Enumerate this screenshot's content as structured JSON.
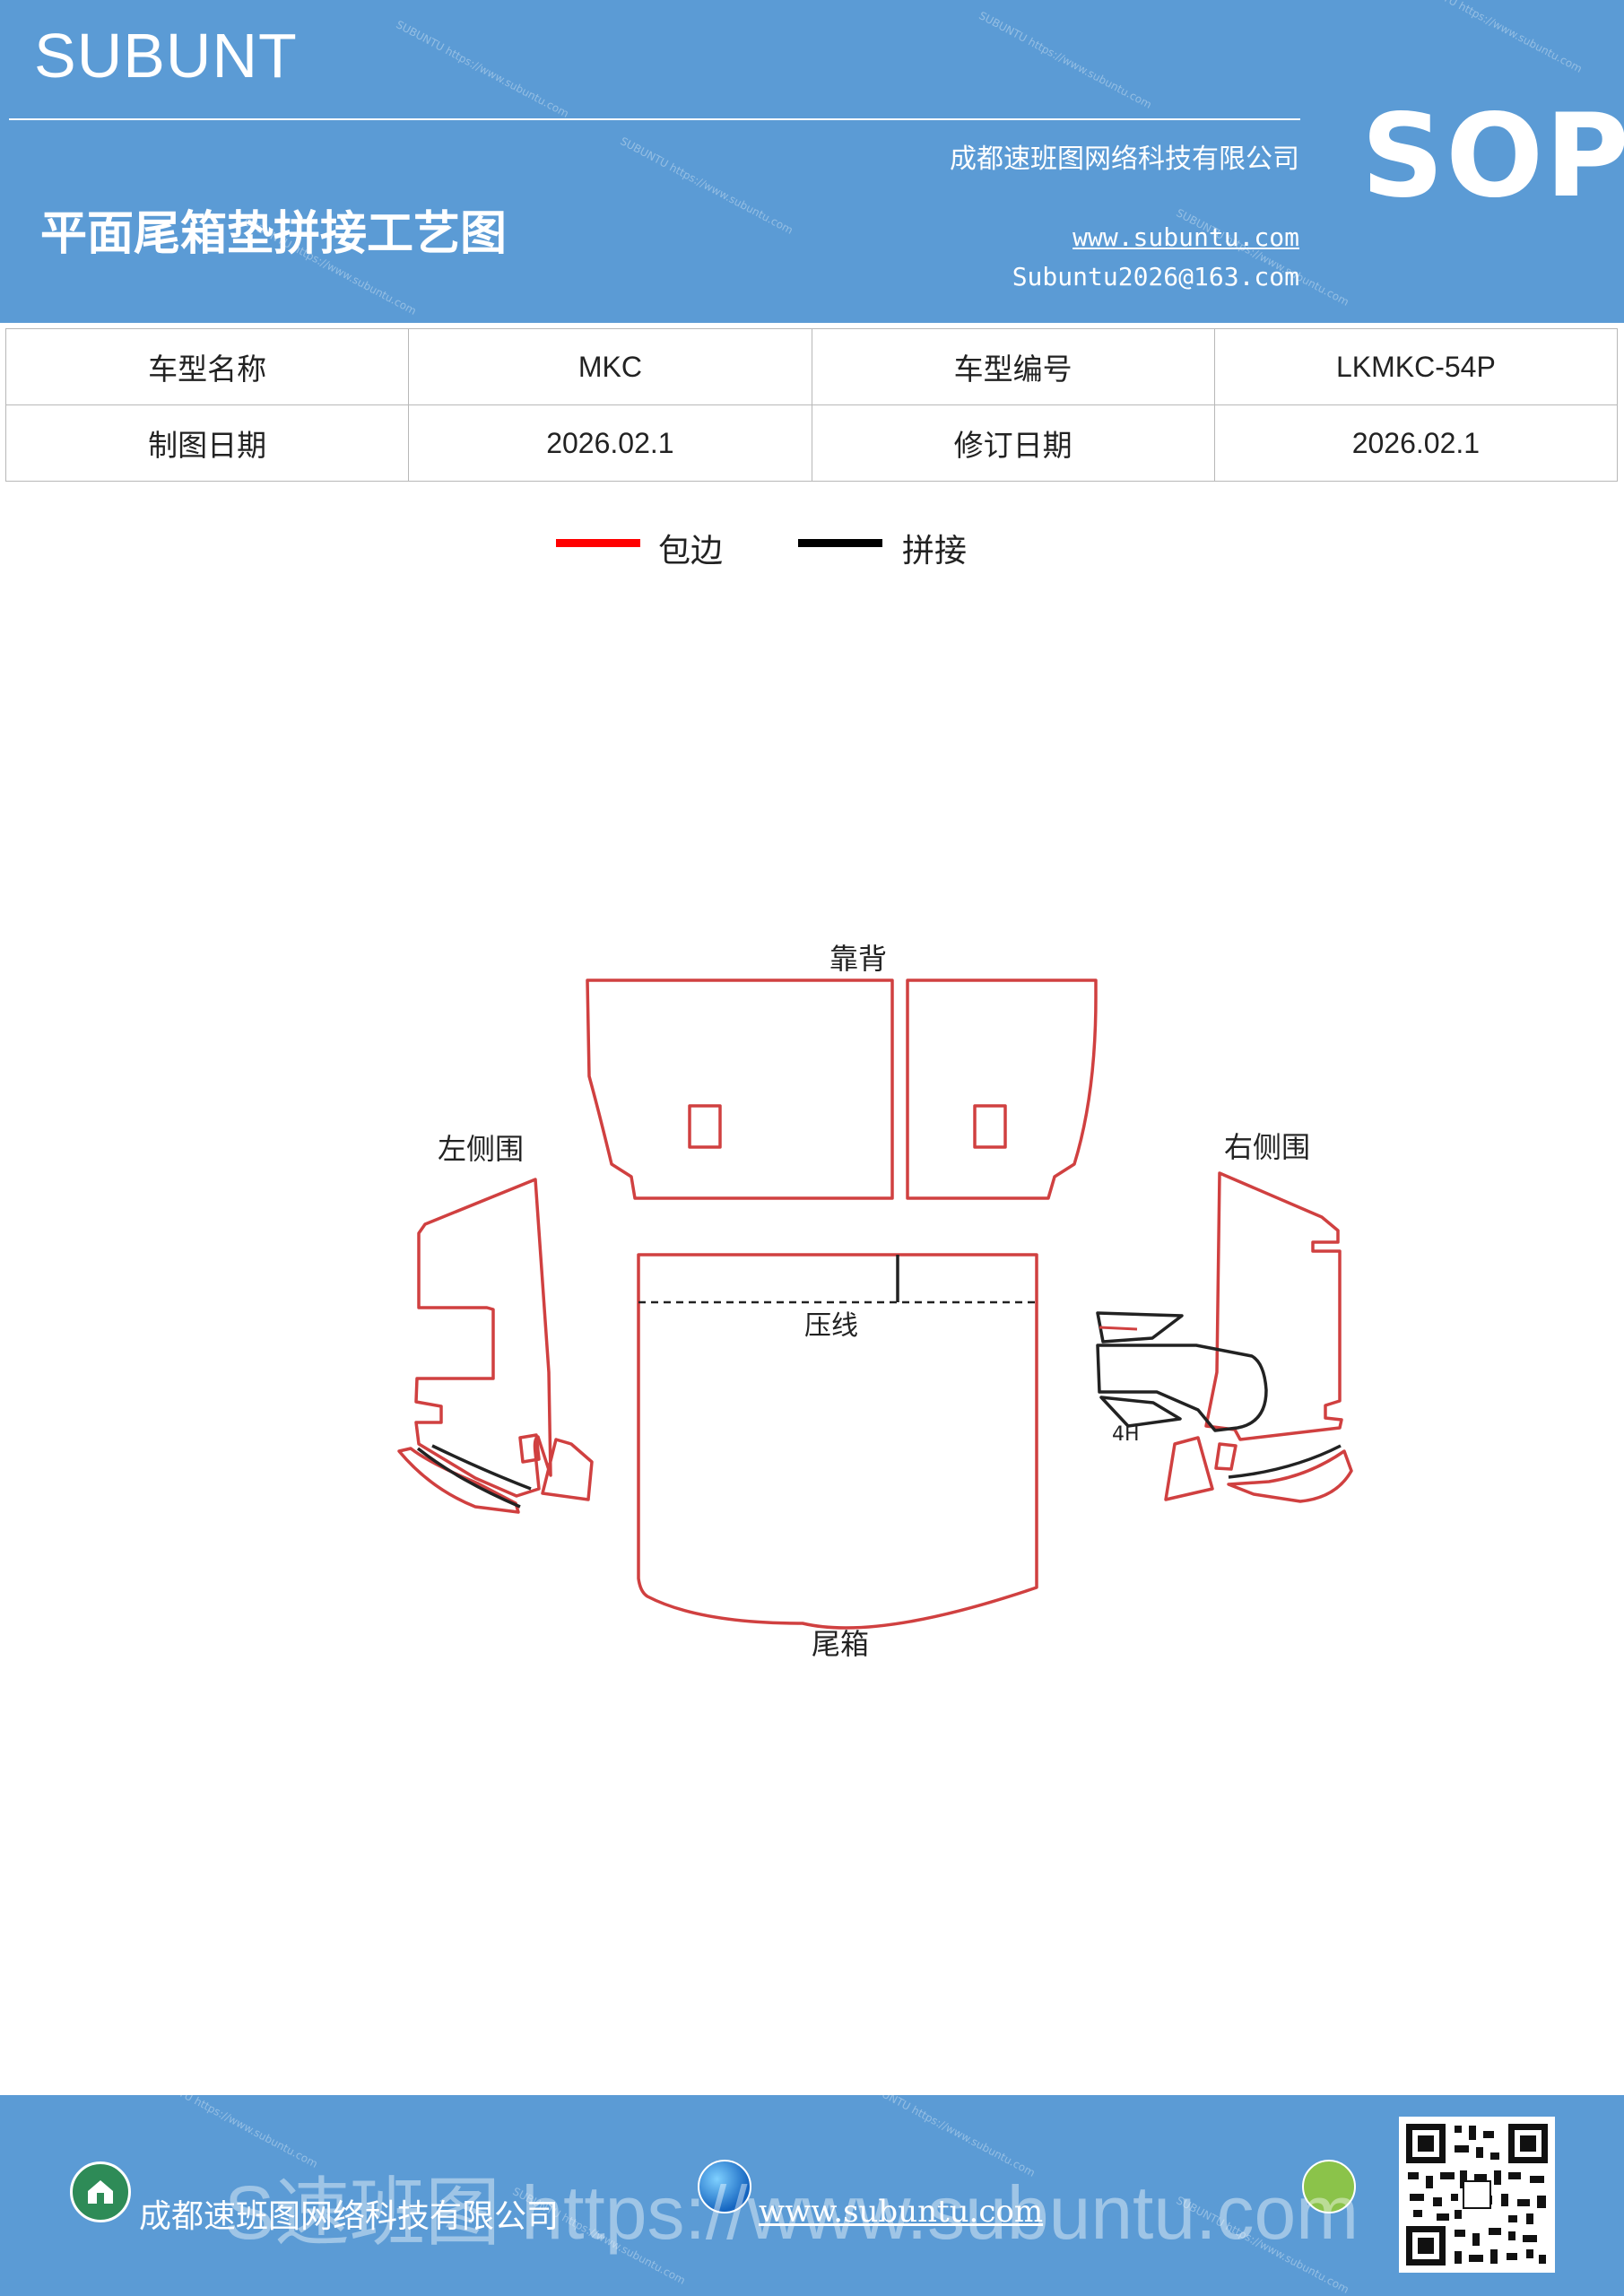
{
  "header": {
    "brand": "SUBUNT",
    "badge": "SOP",
    "company": "成都速班图网络科技有限公司",
    "title": "平面尾箱垫拼接工艺图",
    "website": "www.subuntu.com",
    "email": "Subuntu2026@163.com",
    "color": "#5b9bd5"
  },
  "info_table": {
    "row1": {
      "label1": "车型名称",
      "value1": "MKC",
      "label2": "车型编号",
      "value2": "LKMKC-54P"
    },
    "row2": {
      "label1": "制图日期",
      "value1": "2026.02.1",
      "label2": "修订日期",
      "value2": "2026.02.1"
    }
  },
  "legend": {
    "items": [
      {
        "label": "包边",
        "color": "#ff0000"
      },
      {
        "label": "拼接",
        "color": "#000000"
      }
    ]
  },
  "diagram": {
    "labels": {
      "back": "靠背",
      "left_side": "左侧围",
      "right_side": "右侧围",
      "crease": "压线",
      "trunk": "尾箱",
      "small": "4H"
    },
    "piece_color": "#d04040",
    "join_color": "#222222"
  },
  "footer": {
    "company": "成都速班图网络科技有限公司",
    "website": "www.subuntu.com",
    "overlay": "S速班图 https://www.subuntu.com",
    "watermark": "SUBUNTU https://www.subuntu.com"
  }
}
